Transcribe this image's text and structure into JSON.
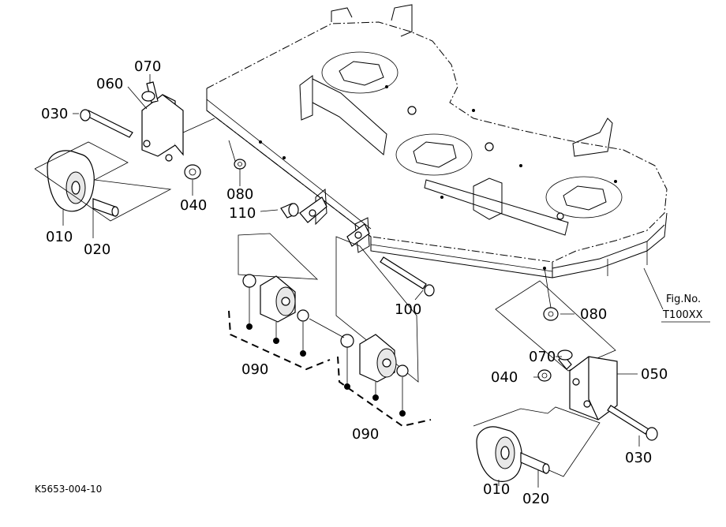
{
  "diagram": {
    "drawing_code": "K5653-004-10",
    "figure_ref": {
      "line1": "Fig.No.",
      "line2": "T100XX"
    },
    "labels": {
      "p070_top": "070",
      "p060": "060",
      "p030_left": "030",
      "p080_top": "080",
      "p040_left": "040",
      "p110": "110",
      "p010_left": "010",
      "p020_left": "020",
      "p100": "100",
      "p080_right": "080",
      "p090_a": "090",
      "p090_b": "090",
      "p070_right": "070",
      "p050": "050",
      "p040_right": "040",
      "p030_right": "030",
      "p010_right": "010",
      "p020_right": "020"
    }
  }
}
